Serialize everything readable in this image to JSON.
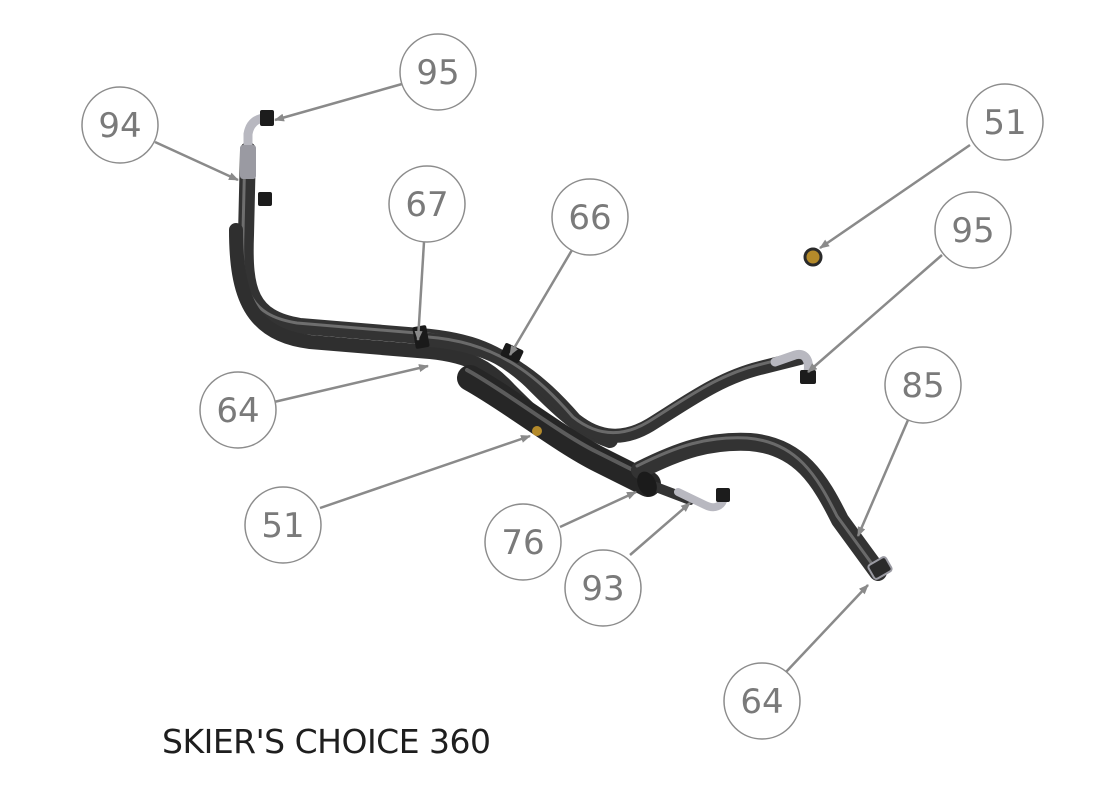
{
  "caption": "SKIER'S CHOICE 360",
  "callouts": [
    {
      "id": "b94a",
      "label": "94"
    },
    {
      "id": "b95a",
      "label": "95"
    },
    {
      "id": "b67",
      "label": "67"
    },
    {
      "id": "b66",
      "label": "66"
    },
    {
      "id": "b51a",
      "label": "51"
    },
    {
      "id": "b95b",
      "label": "95"
    },
    {
      "id": "b64a",
      "label": "64"
    },
    {
      "id": "b51b",
      "label": "51"
    },
    {
      "id": "b76",
      "label": "76"
    },
    {
      "id": "b93",
      "label": "93"
    },
    {
      "id": "b85",
      "label": "85"
    },
    {
      "id": "b64b",
      "label": "64"
    }
  ],
  "colors": {
    "hose": "#3a3a3a",
    "hose_highlight": "#6e6e6e",
    "balloon_stroke": "#8c8c8c",
    "leader": "#8a8a8a",
    "fitting": "#b8b8c0",
    "brass": "#b48a2a",
    "caption": "#1e1e1e"
  }
}
